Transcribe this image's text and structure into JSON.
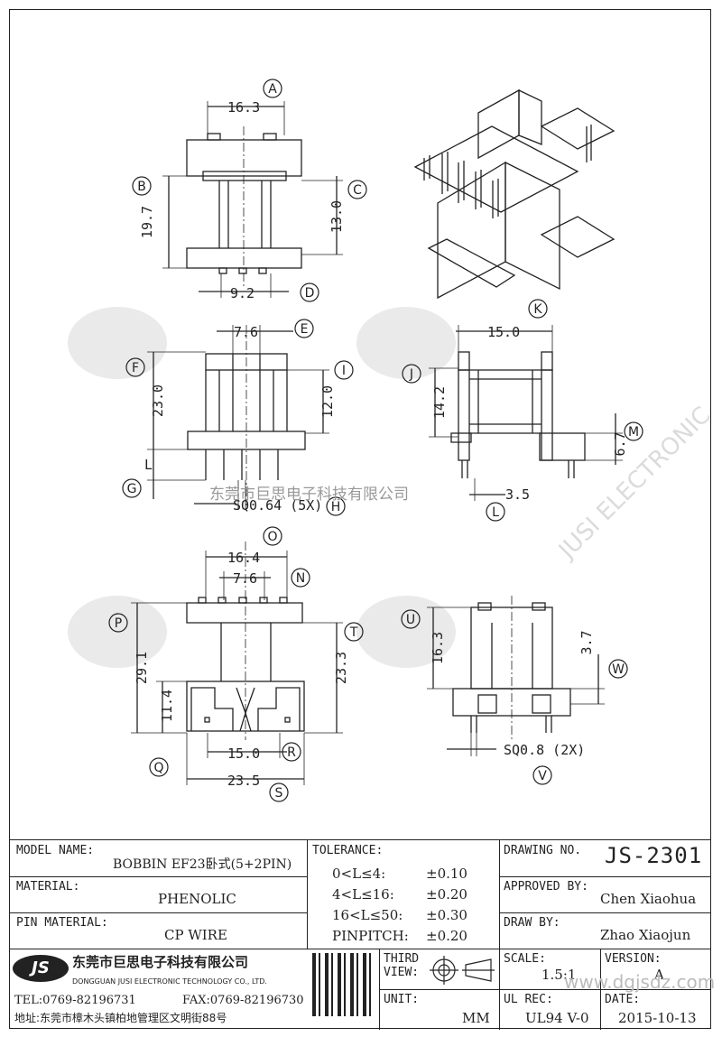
{
  "drawing": {
    "dims": {
      "A": "16.3",
      "B": "19.7",
      "C": "13.0",
      "D": "9.2",
      "E": "7.6",
      "F": "23.0",
      "G": "L",
      "H": "SQ0.64 (5X)",
      "I": "12.0",
      "J": "14.2",
      "K": "15.0",
      "L": "3.5",
      "M": "6.7",
      "N": "7.6",
      "O": "16.4",
      "P": "29.1",
      "Q": "11.4",
      "R": "15.0",
      "S": "23.5",
      "T": "23.3",
      "U": "16.3",
      "V": "SQ0.8 (2X)",
      "W": "3.7"
    },
    "letters": [
      "A",
      "B",
      "C",
      "D",
      "E",
      "F",
      "G",
      "H",
      "I",
      "J",
      "K",
      "L",
      "M",
      "N",
      "O",
      "P",
      "Q",
      "R",
      "S",
      "T",
      "U",
      "V",
      "W"
    ],
    "watermark": "东莞市巨思电子科技有限公司",
    "brand_watermark": "JUSI ELECTRONIC"
  },
  "title_block": {
    "model_name_label": "MODEL NAME:",
    "model_name_value": "BOBBIN EF23卧式(5+2PIN)",
    "tolerance_label": "TOLERANCE:",
    "tolerances": [
      {
        "range": "0<L≤4:",
        "value": "±0.10"
      },
      {
        "range": "4<L≤16:",
        "value": "±0.20"
      },
      {
        "range": "16<L≤50:",
        "value": "±0.30"
      },
      {
        "range": "PINPITCH:",
        "value": "±0.20"
      }
    ],
    "drawing_no_label": "DRAWING NO.",
    "drawing_no": "JS-2301",
    "material_label": "MATERIAL:",
    "material_value": "PHENOLIC",
    "approved_label": "APPROVED BY:",
    "approved_value": "Chen Xiaohua",
    "pin_material_label": "PIN MATERIAL:",
    "pin_material_value": "CP WIRE",
    "draw_by_label": "DRAW BY:",
    "draw_by_value": "Zhao Xiaojun",
    "company_cn": "东莞市巨思电子科技有限公司",
    "company_en": "DONGGUAN JUSI ELECTRONIC TECHNOLOGY CO., LTD.",
    "logo": "JS",
    "tel": "TEL:0769-82196731",
    "fax": "FAX:0769-82196730",
    "address": "地址:东莞市樟木头镇柏地管理区文明街88号",
    "third_view_label": "THIRD VIEW:",
    "unit_label": "UNIT:",
    "unit_value": "MM",
    "scale_label": "SCALE:",
    "scale_value": "1.5:1",
    "version_label": "VERSION:",
    "version_value": "A",
    "ul_rec_label": "UL REC:",
    "ul_rec_value": "UL94 V-0",
    "date_label": "DATE:",
    "date_value": "2015-10-13",
    "site": "www.dgjsdz.com"
  }
}
